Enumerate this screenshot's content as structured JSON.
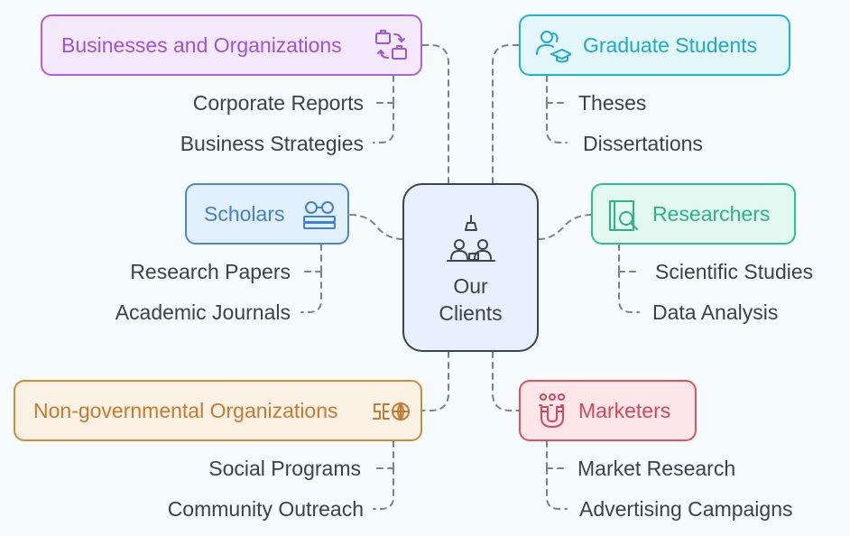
{
  "center": {
    "line1": "Our",
    "line2": "Clients",
    "icon": "people-at-desk-icon"
  },
  "groups": [
    {
      "id": "businesses",
      "title": "Businesses and Organizations",
      "icon": "briefcase-exchange-icon",
      "color": "#b25ee0",
      "fill": "#f4e8fc",
      "items": [
        "Corporate Reports",
        "Business Strategies"
      ]
    },
    {
      "id": "graduate",
      "title": "Graduate Students",
      "icon": "graduate-students-icon",
      "color": "#1db3d8",
      "fill": "#e3f7fc",
      "items": [
        "Theses",
        "Dissertations"
      ]
    },
    {
      "id": "scholars",
      "title": "Scholars",
      "icon": "glasses-books-icon",
      "color": "#4a86e0",
      "fill": "#e2effd",
      "items": [
        "Research Papers",
        "Academic Journals"
      ]
    },
    {
      "id": "researchers",
      "title": "Researchers",
      "icon": "book-search-icon",
      "color": "#2fbf8e",
      "fill": "#e2f8f0",
      "items": [
        "Scientific Studies",
        "Data Analysis"
      ]
    },
    {
      "id": "ngo",
      "title": "Non-governmental Organizations",
      "icon": "seo-globe-icon",
      "color": "#d28a3a",
      "fill": "#fcf1e5",
      "items": [
        "Social Programs",
        "Community Outreach"
      ]
    },
    {
      "id": "marketers",
      "title": "Marketers",
      "icon": "magnet-audience-icon",
      "color": "#d9545f",
      "fill": "#fce6ea",
      "items": [
        "Market Research",
        "Advertising Campaigns"
      ]
    }
  ]
}
